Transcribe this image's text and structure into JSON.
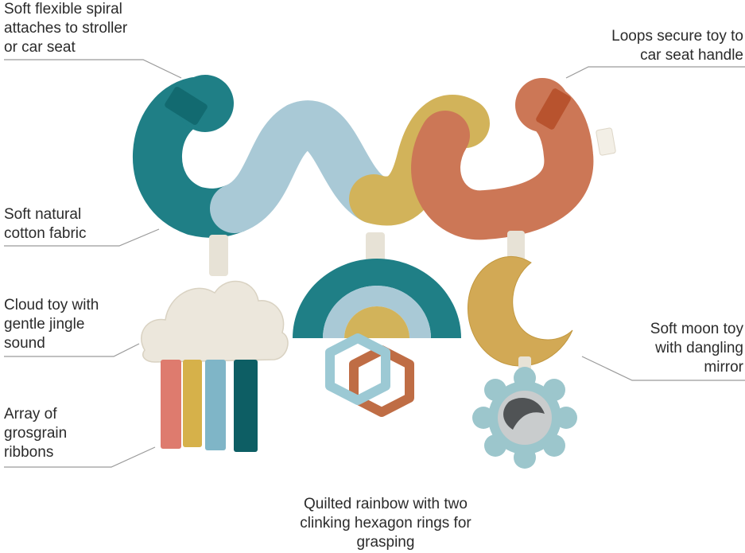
{
  "callouts": {
    "spiral": "Soft flexible spiral\nattaches to stroller\nor car seat",
    "loops": "Loops secure toy to\ncar seat handle",
    "fabric": "Soft natural\ncotton fabric",
    "cloud": "Cloud toy with\ngentle jingle\nsound",
    "ribbons": "Array of\ngrosgrain\nribbons",
    "moon": "Soft moon toy\nwith dangling\nmirror",
    "rainbow": "Quilted rainbow with two\nclinking hexagon rings for\ngrasping"
  },
  "colors": {
    "teal": "#1f7f86",
    "light_blue": "#a9c9d6",
    "mustard": "#d2b35a",
    "terracotta": "#cc7756",
    "rust": "#b8532e",
    "cream": "#ece7dc",
    "ribbon_pink": "#de7b6e",
    "ribbon_gold": "#d6b14a",
    "ribbon_blue": "#7fb5c7",
    "ribbon_dark_teal": "#0d5e64",
    "hexagon_blue": "#9cc9d4",
    "hexagon_brown": "#bf6d45",
    "mirror_ring": "#9cc6cc",
    "leader_line": "#9a9a9a"
  }
}
